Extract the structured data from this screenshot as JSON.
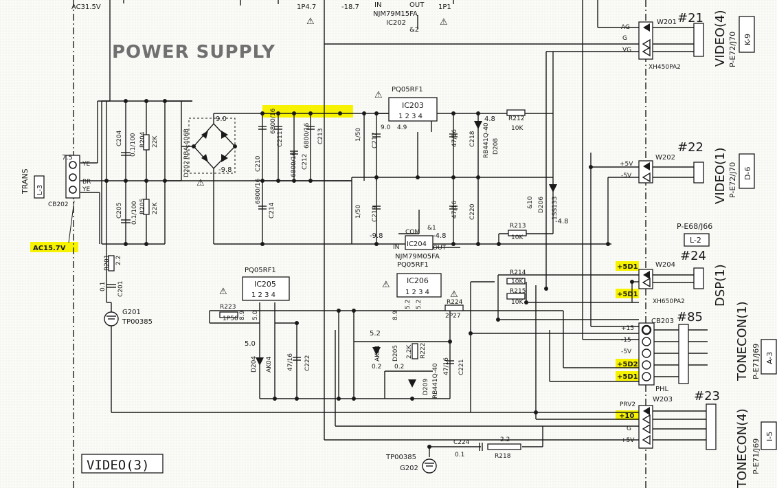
{
  "title": "POWER SUPPLY",
  "sheet_label": "VIDEO(3)",
  "colors": {
    "highlight": "#f6f200",
    "ink": "#1a1a1a",
    "paper": "#fafaf7"
  },
  "top_labels": {
    "ac31": "AC31.5V",
    "p1p4_7": "1P4.7",
    "minus18_7": "-18.7",
    "in_top": "IN",
    "out_top": "OUT",
    "njm79m15": "NJM79M15FA",
    "ic202": "IC202",
    "amp2": "&2",
    "p1p1": "1P1"
  },
  "trans": {
    "label": "TRANS",
    "ref": "L-3",
    "voltage": "7.5",
    "pins": [
      "YE",
      "BR",
      "YE"
    ],
    "connector": "CB202",
    "ac_label": "AC15.7V"
  },
  "components": {
    "c204": "C204",
    "c204_val": "0.1/100",
    "r204": "R204",
    "r204_val": "22K",
    "c205": "C205",
    "c205_val": "0.1/100",
    "r205": "R205",
    "r205_val": "22K",
    "r201": "R201",
    "r201_val": "2.2",
    "c201": "C201",
    "c201_val": "0.1",
    "g201": "G201",
    "tp201": "TP00385",
    "bridge": "RBA-406B",
    "d202": "D202",
    "v9_0": "9.0",
    "vm9_8": "-9.8",
    "c210": "C210",
    "c211": "C211",
    "c212": "C212",
    "c213": "C213",
    "c214": "C214",
    "cap6800": "6800/16",
    "pq_top": "PQ05RF1",
    "ic203": "IC203",
    "ic203_pins": "1 2 3 4",
    "v9_0b": "9.0",
    "v4_9": "4.9",
    "c217": "C217",
    "c217_val": "1/50",
    "c218": "C218",
    "c218_val": "47/16",
    "d208": "D208",
    "d208_type": "RB441Q-40",
    "v4_8": "4.8",
    "r212": "R212",
    "r212_val": "10K",
    "c219": "C219",
    "c219_val": "1/50",
    "c220": "C220",
    "c220_val": "47/16",
    "d206": "D206",
    "d206_type": "1SS133",
    "d206_ref": "&10",
    "v_m4_8": "-4.8",
    "r213": "R213",
    "r213_val": "10K",
    "ic204": "IC204",
    "ic204_type": "NJM79M05FA",
    "pq_mid": "PQ05RF1",
    "com": "COM",
    "amp1": "&1",
    "vm9_8b": "-9.8",
    "vm4_8b": "-4.8",
    "in_mid": "IN",
    "out_mid": "OUT",
    "pq_left": "PQ05RF1",
    "ic205": "IC205",
    "ic205_pins": "1 2 3 4",
    "r223": "R223",
    "r223_val": "1P56",
    "v8_9a": "8.9",
    "v5_0a": "5.0",
    "v5_0b": "5.0",
    "d204": "D204",
    "d204_type": "AK04",
    "c222": "C222",
    "c222_val": "47/16",
    "ic206": "IC206",
    "ic206_pins": "1 2 3 4",
    "v8_9b": "8.9",
    "v5_2a": "5.2",
    "v5_2b": "5.2",
    "r224": "R224",
    "r224_val": "2P27",
    "r214": "R214",
    "r214_val": "10K",
    "r215": "R215",
    "r215_val": "10K",
    "d205": "D205",
    "d205_type": "AK04",
    "r222": "R222",
    "r222_val": "2.2K",
    "d209": "D209",
    "d209_type": "RB441Q-40",
    "c221": "C221",
    "c221_val": "47/16",
    "v5_2c": "5.2",
    "v0_2a": "0.2",
    "v0_2b": "0.2",
    "tp202": "TP00385",
    "g202": "G202",
    "c224": "C224",
    "c224_val": "0.1",
    "r218": "R218",
    "r218_val": "2.2"
  },
  "connectors": {
    "w201": {
      "ref": "W201",
      "num": "#21",
      "dest": "VIDEO(4)",
      "part": "P-E72/J70",
      "grid": "K-9",
      "type": "XH450PA2",
      "pins": [
        "AG",
        "G",
        "VG"
      ]
    },
    "w202": {
      "ref": "W202",
      "num": "#22",
      "dest": "VIDEO(1)",
      "part": "P-E72/J70",
      "grid": "D-6",
      "pins": [
        "+5V",
        "-5V"
      ]
    },
    "w204": {
      "ref": "W204",
      "num": "#24",
      "dest": "DSP(1)",
      "part": "P-E68/J66",
      "grid": "L-2",
      "type": "XH650PA2",
      "pins": [
        "+5D1",
        "+5D1"
      ]
    },
    "cb203": {
      "ref": "CB203",
      "num": "#85",
      "dest": "TONECON(1)",
      "part": "P-E71/J69",
      "grid": "A-3",
      "type": "PHL",
      "pins": [
        "+15",
        "-15",
        "-5V",
        "+5D2",
        "+5D1"
      ]
    },
    "w203": {
      "ref": "W203",
      "num": "#23",
      "dest": "TONECON(4)",
      "part": "P-E71/J69",
      "grid": "I-5",
      "pins": [
        "PRV2",
        "+10",
        "G",
        "+5V"
      ]
    }
  }
}
